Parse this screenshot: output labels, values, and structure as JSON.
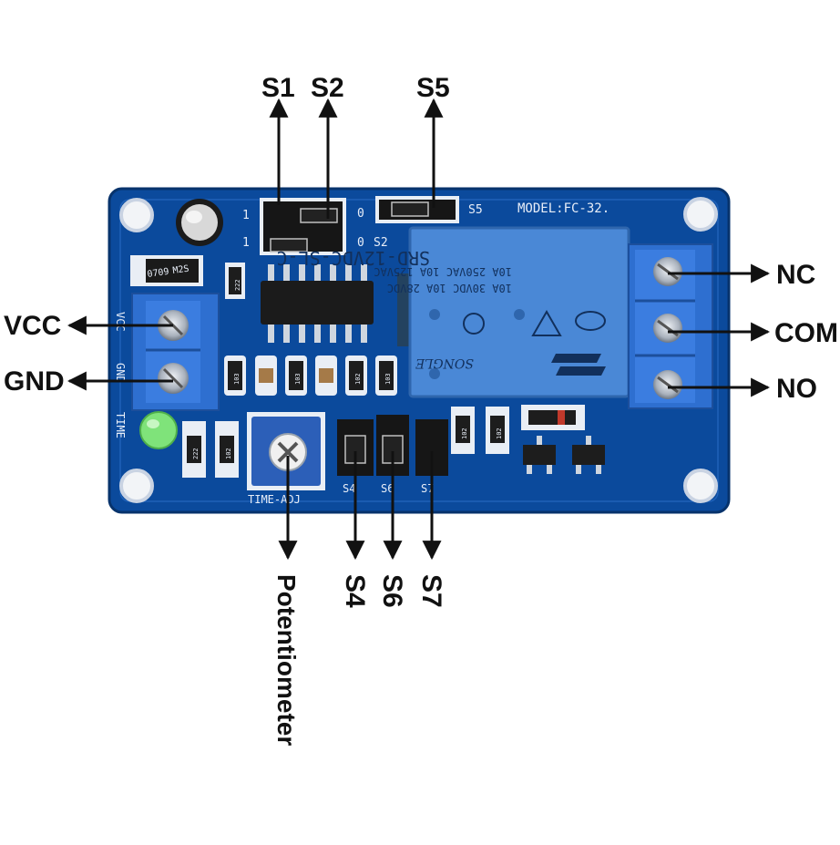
{
  "callouts": {
    "s1": "S1",
    "s2": "S2",
    "s5": "S5",
    "vcc": "VCC",
    "gnd": "GND",
    "nc": "NC",
    "com": "COM",
    "no": "NO",
    "s4": "S4",
    "s6": "S6",
    "s7": "S7",
    "potentiometer": "Potentiometer"
  },
  "board": {
    "model": "MODEL:FC-32.",
    "vcc_silk": "VCC",
    "gnd_silk": "GND",
    "time_silk": "TIME",
    "time_adj": "TIME-ADJ",
    "jumper_s5": "S5",
    "jumper_s2": "S2",
    "jumper_s4": "S4",
    "jumper_s6": "S6",
    "jumper_s7": "S7",
    "mark_1a": "1",
    "mark_1b": "1",
    "mark_0a": "0",
    "mark_0b": "0",
    "smd_code_a": "0709",
    "smd_code_b": "M2S",
    "resistor_codes": [
      "222",
      "222",
      "102",
      "103",
      "103",
      "102",
      "103",
      "102",
      "102"
    ]
  },
  "relay": {
    "part": "SRD-12VDC-SL-C",
    "rating1": "10A 250VAC 10A 125VAC",
    "rating2": "10A 30VDC 10A 28VDC",
    "brand": "SONGLE"
  },
  "colors": {
    "pcb": "#0b4a9c",
    "terminal": "#2e6fd0",
    "relay": "#4a88d6",
    "led": "#7fe37a"
  }
}
